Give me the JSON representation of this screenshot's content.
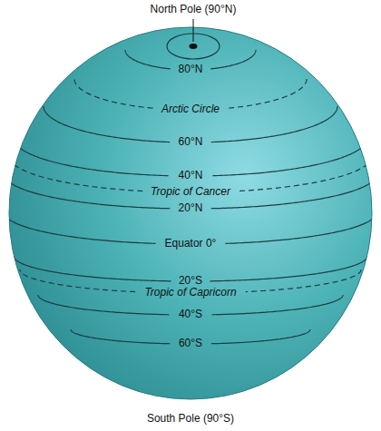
{
  "diagram": {
    "labels": [
      "North Pole (90°N)",
      "80°N",
      "Arctic Circle",
      "60°N",
      "40°N",
      "Tropic of Cancer",
      "20°N",
      "Equator 0°",
      "20°S",
      "Tropic of Capricorn",
      "40°S",
      "60°S",
      "South Pole (90°S)"
    ]
  }
}
